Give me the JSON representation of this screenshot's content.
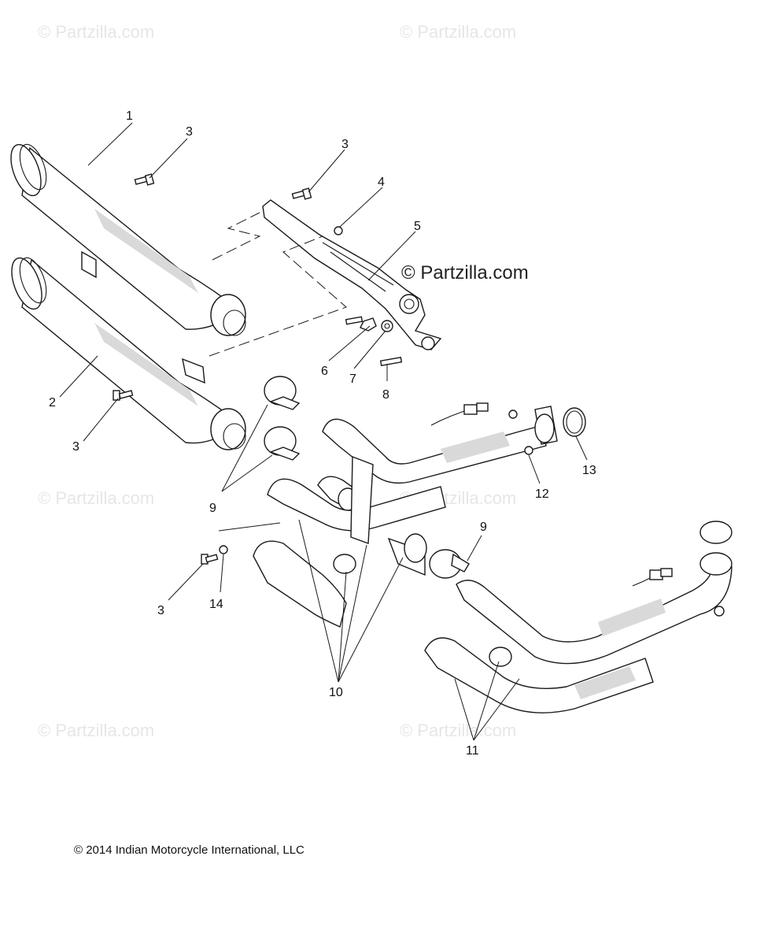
{
  "watermarks": {
    "tl": "© Partzilla.com",
    "tr": "© Partzilla.com",
    "ml": "© Partzilla.com",
    "mr": "© Partzilla.com",
    "bl": "© Partzilla.com",
    "br": "© Partzilla.com",
    "center": "© Partzilla.com"
  },
  "callouts": {
    "c1": "1",
    "c3a": "3",
    "c3b": "3",
    "c4": "4",
    "c5": "5",
    "c2": "2",
    "c3c": "3",
    "c6": "6",
    "c7": "7",
    "c8": "8",
    "c9a": "9",
    "c9b": "9",
    "c13": "13",
    "c12": "12",
    "c3d": "3",
    "c14": "14",
    "c10": "10",
    "c11": "11"
  },
  "copyright": "© 2014 Indian Motorcycle International, LLC"
}
